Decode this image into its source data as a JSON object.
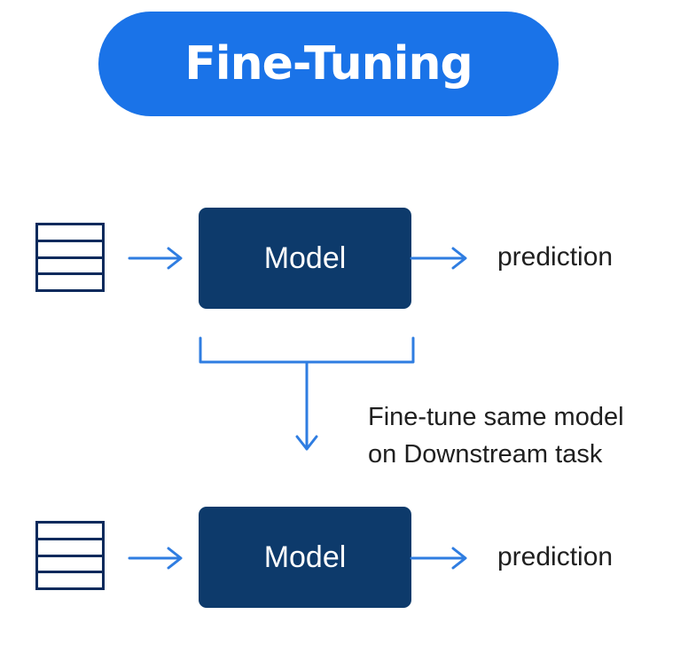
{
  "title": "Fine-Tuning",
  "top_row": {
    "model_label": "Model",
    "output_label": "prediction"
  },
  "transition": {
    "line1": "Fine-tune same model",
    "line2": "on Downstream task"
  },
  "bottom_row": {
    "model_label": "Model",
    "output_label": "prediction"
  },
  "colors": {
    "accent_blue": "#1a73e8",
    "model_navy": "#0d3a6b",
    "table_navy": "#0b2a5c",
    "arrow_blue": "#2f7de1"
  },
  "icons": [
    "data-table-icon",
    "arrow-right-icon",
    "bracket-down-arrow-icon"
  ]
}
